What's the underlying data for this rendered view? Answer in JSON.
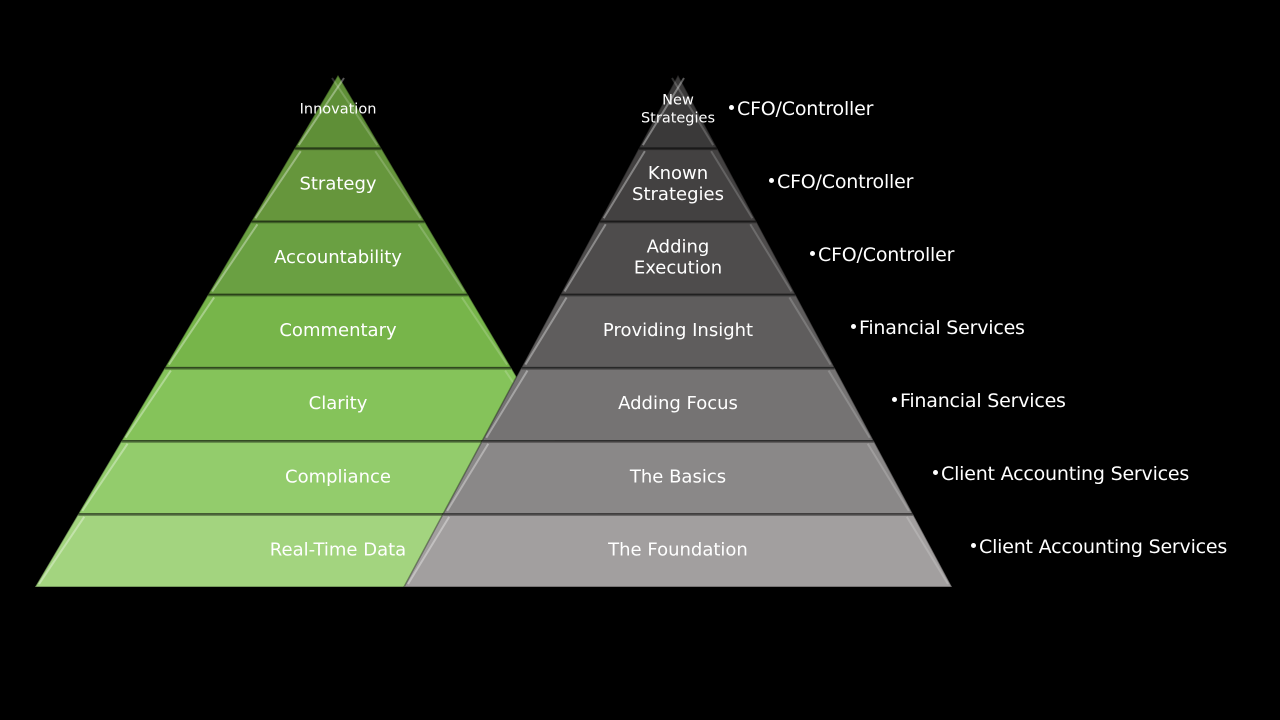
{
  "colors": {
    "background": "#000000",
    "green_tiers": [
      "#5f8f37",
      "#66963c",
      "#6aa042",
      "#77b54a",
      "#85c35a",
      "#93cc6c",
      "#a3d47f"
    ],
    "gray_tiers": [
      "#3a3939",
      "#434141",
      "#4e4c4c",
      "#5f5d5d",
      "#757373",
      "#8a8888",
      "#a29f9f"
    ]
  },
  "left_pyramid": {
    "tiers": [
      {
        "label": "Innovation"
      },
      {
        "label": "Strategy"
      },
      {
        "label": "Accountability"
      },
      {
        "label": "Commentary"
      },
      {
        "label": "Clarity"
      },
      {
        "label": "Compliance"
      },
      {
        "label": "Real-Time Data"
      }
    ]
  },
  "right_pyramid": {
    "tiers": [
      {
        "label": [
          "New",
          "Strategies"
        ],
        "role": "CFO/Controller"
      },
      {
        "label": [
          "Known",
          "Strategies"
        ],
        "role": "CFO/Controller"
      },
      {
        "label": [
          "Adding",
          "Execution"
        ],
        "role": "CFO/Controller"
      },
      {
        "label": [
          "Providing Insight"
        ],
        "role": "Financial Services"
      },
      {
        "label": [
          "Adding Focus"
        ],
        "role": "Financial Services"
      },
      {
        "label": [
          "The Basics"
        ],
        "role": "Client Accounting Services"
      },
      {
        "label": [
          "The Foundation"
        ],
        "role": "Client Accounting Services"
      }
    ]
  }
}
